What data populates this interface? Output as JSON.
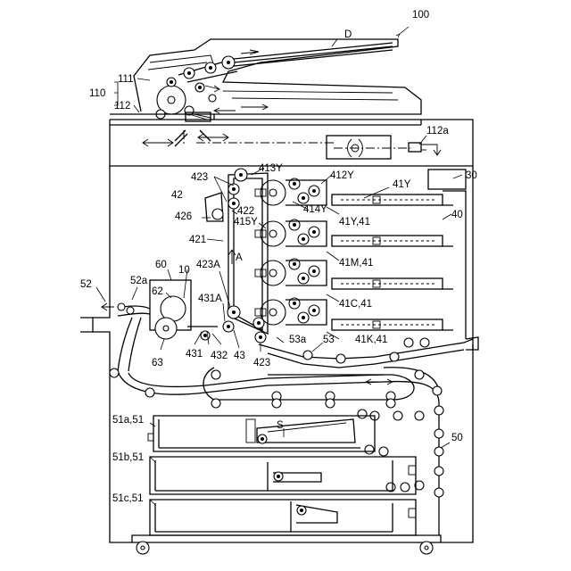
{
  "figure": {
    "labels": {
      "device": "100",
      "document": "D",
      "reader_group": "110",
      "doc_feeder": "111",
      "scanner": "112",
      "scanner_sub": "112a",
      "toner_supply": "30",
      "exposure": "40",
      "image_forming": "41Y",
      "belt_unit": "42",
      "belt_roller": "423",
      "cleaner": "426",
      "belt": "421",
      "arrow_a": "A",
      "unit_413y": "413Y",
      "unit_412y": "412Y",
      "unit_422": "422",
      "unit_414y": "414Y",
      "unit_415y": "415Y",
      "station_y": "41Y,41",
      "station_m": "41M,41",
      "station_c": "41C,41",
      "station_k": "41K,41",
      "fixing": "60",
      "fixing_10": "10",
      "heat_roller": "62",
      "press_roller": "63",
      "exit": "52",
      "exit_a": "52a",
      "secondary_423a": "423A",
      "secondary_431a": "431A",
      "secondary_431": "431",
      "secondary_432": "432",
      "secondary_43": "43",
      "roller_423_bottom": "423",
      "path_53a": "53a",
      "path_53": "53",
      "sheet_s": "S",
      "tray_a": "51a,51",
      "tray_b": "51b,51",
      "tray_c": "51c,51",
      "conveyance": "50"
    }
  }
}
